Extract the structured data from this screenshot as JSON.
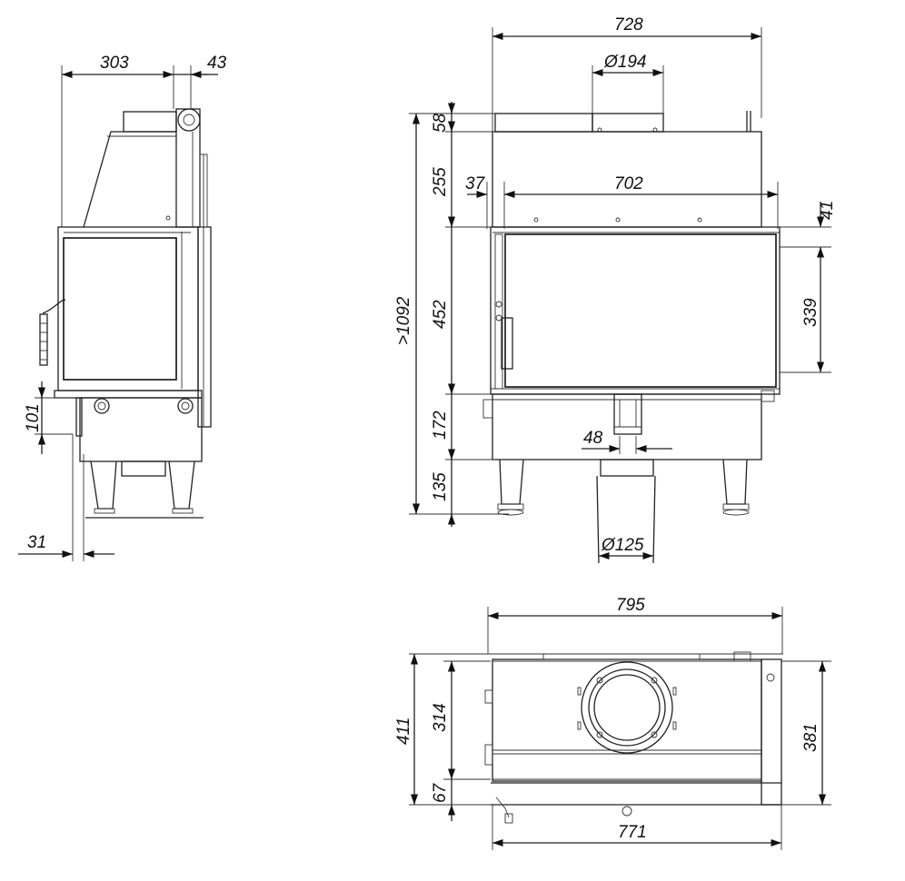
{
  "diagram": {
    "views": [
      "side-view",
      "front-view",
      "top-view"
    ],
    "dimensions": {
      "side_depth": "303",
      "side_flue_offset": "43",
      "side_base_height": "101",
      "side_foot_offset": "31",
      "front_width": "728",
      "front_flue_diameter": "Ø194",
      "front_top_cap": "58",
      "front_upper_body": "255",
      "front_left_offset": "37",
      "front_door_width": "702",
      "front_door_top_gap": "41",
      "front_total_height": ">1092",
      "front_door_height": "452",
      "front_glass_height": "339",
      "front_lower_box": "172",
      "front_air_inlet_width": "48",
      "front_legs": "135",
      "front_air_diameter": "Ø125",
      "top_width": "795",
      "top_depth": "411",
      "top_inner_depth": "314",
      "top_front_offset": "67",
      "top_right_depth": "381",
      "top_bottom_width": "771"
    }
  }
}
